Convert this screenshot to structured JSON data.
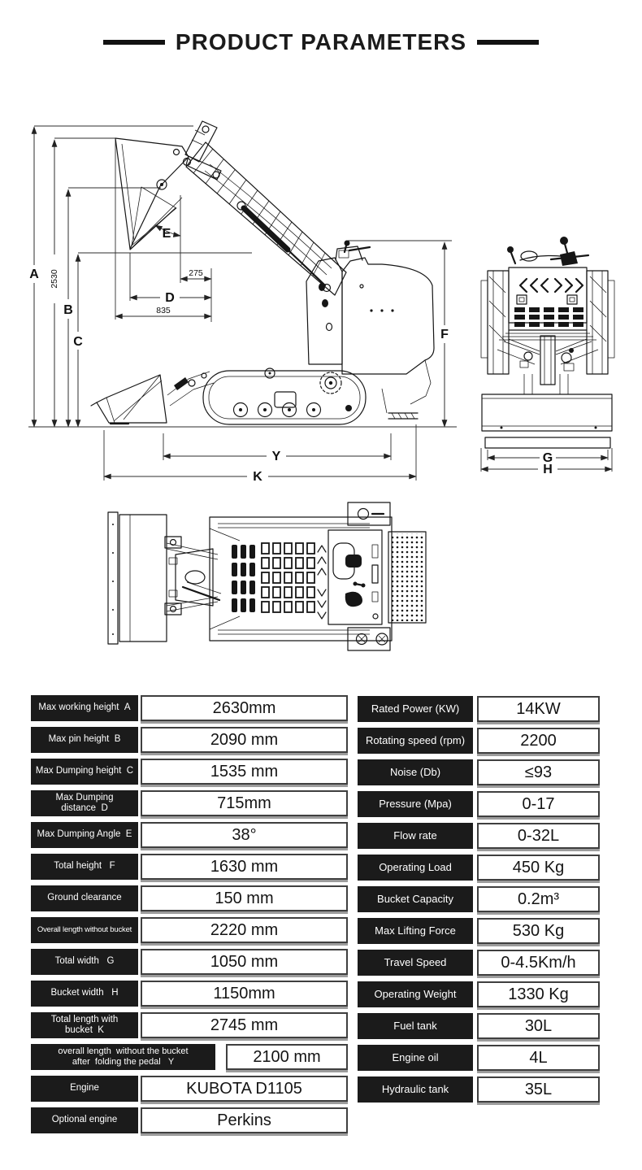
{
  "title": "PRODUCT PARAMETERS",
  "drawing": {
    "dims": {
      "A": "A",
      "B": "B",
      "C": "C",
      "D": "D",
      "E": "E",
      "F": "F",
      "G": "G",
      "H": "H",
      "Y": "Y",
      "K": "K",
      "height_2530": "2530",
      "dist_275": "275",
      "dist_835": "835"
    }
  },
  "specs_left": [
    {
      "label": "Max working height  A",
      "value": "2630mm"
    },
    {
      "label": "Max pin height  B",
      "value": "2090 mm"
    },
    {
      "label": "Max Dumping height  C",
      "value": "1535 mm"
    },
    {
      "label": "Max Dumping distance  D",
      "value": "715mm"
    },
    {
      "label": "Max Dumping Angle  E",
      "value": "38°"
    },
    {
      "label": "Total height   F",
      "value": "1630 mm"
    },
    {
      "label": "Ground clearance",
      "value": "150 mm"
    },
    {
      "label": "Overall length without bucket",
      "value": "2220 mm"
    },
    {
      "label": "Total width   G",
      "value": "1050 mm"
    },
    {
      "label": "Bucket width   H",
      "value": "1150mm"
    },
    {
      "label": "Total length with bucket  K",
      "value": "2745 mm"
    },
    {
      "label": "overall length  without the bucket\nafter  folding the pedal   Y",
      "value": "2100 mm"
    },
    {
      "label": "Engine",
      "value": "KUBOTA D1105"
    },
    {
      "label": "Optional engine",
      "value": "Perkins"
    }
  ],
  "specs_right": [
    {
      "label": "Rated Power (KW)",
      "value": "14KW"
    },
    {
      "label": "Rotating speed (rpm)",
      "value": "2200"
    },
    {
      "label": "Noise (Db)",
      "value": "≤93"
    },
    {
      "label": "Pressure (Mpa)",
      "value": "0-17"
    },
    {
      "label": "Flow rate",
      "value": "0-32L"
    },
    {
      "label": "Operating Load",
      "value": "450 Kg"
    },
    {
      "label": "Bucket Capacity",
      "value": "0.2m³"
    },
    {
      "label": "Max Lifting Force",
      "value": "530 Kg"
    },
    {
      "label": "Travel Speed",
      "value": "0-4.5Km/h"
    },
    {
      "label": "Operating Weight",
      "value": "1330 Kg"
    },
    {
      "label": "Fuel tank",
      "value": "30L"
    },
    {
      "label": "Engine oil",
      "value": "4L"
    },
    {
      "label": "Hydraulic tank",
      "value": "35L"
    }
  ],
  "colors": {
    "label_bg": "#1b1b1b",
    "value_border": "#3f3f3f",
    "ink": "#161616"
  }
}
